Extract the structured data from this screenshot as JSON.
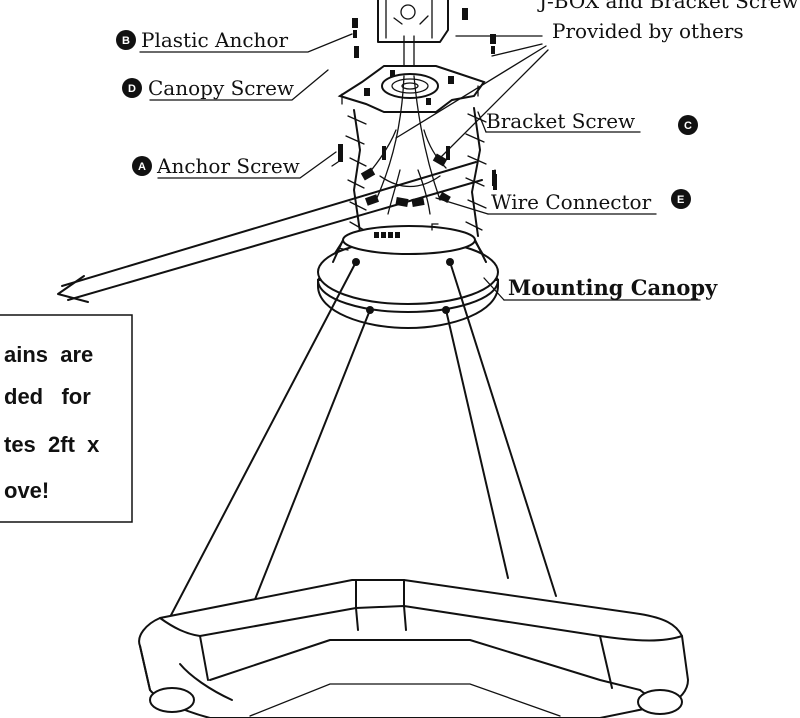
{
  "labels": {
    "jbox_line1": "J-BOX and Bracket Screw",
    "jbox_line2": "Provided by others",
    "plastic_anchor": "Plastic Anchor",
    "canopy_screw": "Canopy Screw",
    "bracket_screw": "Bracket Screw",
    "anchor_screw": "Anchor Screw",
    "wire_connector": "Wire Connector",
    "mounting_canopy": "Mounting Canopy"
  },
  "badges": {
    "plastic_anchor": "B",
    "canopy_screw": "D",
    "bracket_screw": "C",
    "anchor_screw": "A",
    "wire_connector": "E"
  },
  "note": {
    "line1": "ains  are",
    "line2": "ded   for",
    "line3": "tes  2ft  x",
    "line4": "ove!"
  }
}
